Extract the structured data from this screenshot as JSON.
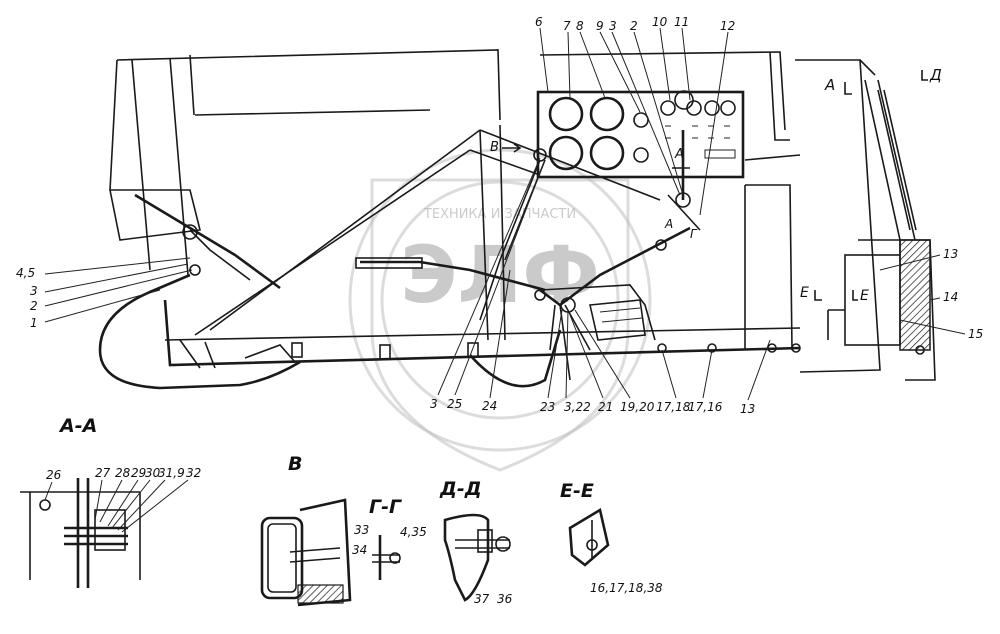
{
  "watermark": {
    "text": "ТЕХНИКА И ЗАПЧАСТИ",
    "logo": "ЭЛФ"
  },
  "callouts": {
    "c6": "6",
    "c7": "7",
    "c8": "8",
    "c9": "9",
    "c3top": "3",
    "c2top": "2",
    "c10": "10",
    "c11": "11",
    "c12": "12",
    "c45": "4,5",
    "c3left": "3",
    "c2left": "2",
    "c1": "1",
    "c13right": "13",
    "c14": "14",
    "c15": "15",
    "c3bot": "3",
    "c25": "25",
    "c24": "24",
    "c23": "23",
    "c322": "3,22",
    "c21": "21",
    "c1920": "19,20",
    "c1718": "17,18",
    "c1716": "17,16",
    "c13bot": "13",
    "c26": "26",
    "c27": "27",
    "c28": "28",
    "c29": "29",
    "c30": "30",
    "c319": "31,9",
    "c32": "32",
    "c33": "33",
    "c34": "34",
    "c435": "4,35",
    "c37": "37",
    "c36": "36",
    "c16171838": "16,17,18,38"
  },
  "sections": {
    "aa": "А-А",
    "b": "В",
    "gg": "Г-Г",
    "dd": "Д-Д",
    "ee": "Е-Е"
  },
  "markers": {
    "b_arrow": "В",
    "a_mark": "А",
    "a_mark2": "А",
    "g_mark": "Г",
    "a_right": "А",
    "d_right": "Д",
    "e_left": "Е",
    "e_right": "Е"
  }
}
